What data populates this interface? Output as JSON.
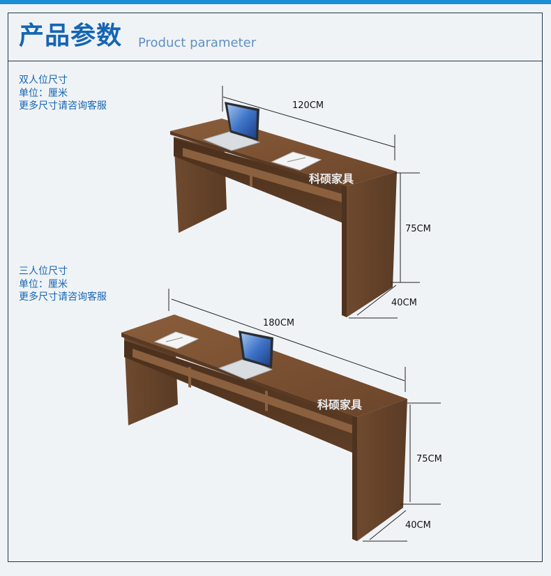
{
  "header": {
    "title_cn": "产品参数",
    "title_en": "Product parameter"
  },
  "desk_double": {
    "notes": [
      "双人位尺寸",
      "单位：厘米",
      "更多尺寸请咨询客服"
    ],
    "width_label": "120CM",
    "height_label": "75CM",
    "depth_label": "40CM",
    "brand": "科硕家具"
  },
  "desk_triple": {
    "notes": [
      "三人位尺寸",
      "单位：厘米",
      "更多尺寸请咨询客服"
    ],
    "width_label": "180CM",
    "height_label": "75CM",
    "depth_label": "40CM",
    "brand": "科硕家具"
  },
  "colors": {
    "accent": "#1565b4",
    "top_bar": "#1a8fd6",
    "wood": "#7a5233",
    "background": "#f0f3f6"
  }
}
